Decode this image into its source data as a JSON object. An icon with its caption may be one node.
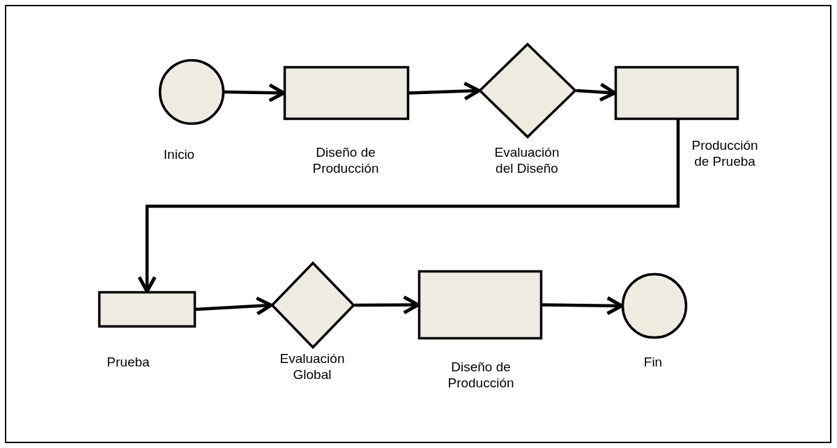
{
  "diagram": {
    "nodes": [
      {
        "text": [],
        "shape": "circle",
        "beside": [
          "Inicio"
        ]
      },
      {
        "text": [],
        "shape": "box",
        "beside": [
          "Diseño de Producción"
        ]
      },
      {
        "text": [],
        "shape": "diamond",
        "beside": [
          "Evaluación del Diseño"
        ]
      },
      {
        "text": [],
        "shape": "box",
        "beside": [
          "Producción de Prueba"
        ]
      },
      {
        "text": [],
        "shape": "box",
        "beside": [
          "Prueba"
        ]
      },
      {
        "text": [],
        "shape": "diamond",
        "beside": [
          "Evaluación Global"
        ]
      },
      {
        "text": [],
        "shape": "box",
        "beside": [
          "Diseño de Producción"
        ]
      },
      {
        "text": [],
        "shape": "circle",
        "beside": [
          "Fin"
        ]
      }
    ],
    "edges": [
      {
        "from": 0,
        "to": 1,
        "arrow": "to"
      },
      {
        "from": 1,
        "to": 2,
        "arrow": "to"
      },
      {
        "from": 2,
        "to": 3,
        "arrow": "to"
      },
      {
        "from": 3,
        "to": 4,
        "arrow": "to"
      },
      {
        "from": 4,
        "to": 5,
        "arrow": "to"
      },
      {
        "from": 5,
        "to": 6,
        "arrow": "to"
      },
      {
        "from": 6,
        "to": 7,
        "arrow": "to"
      }
    ]
  }
}
